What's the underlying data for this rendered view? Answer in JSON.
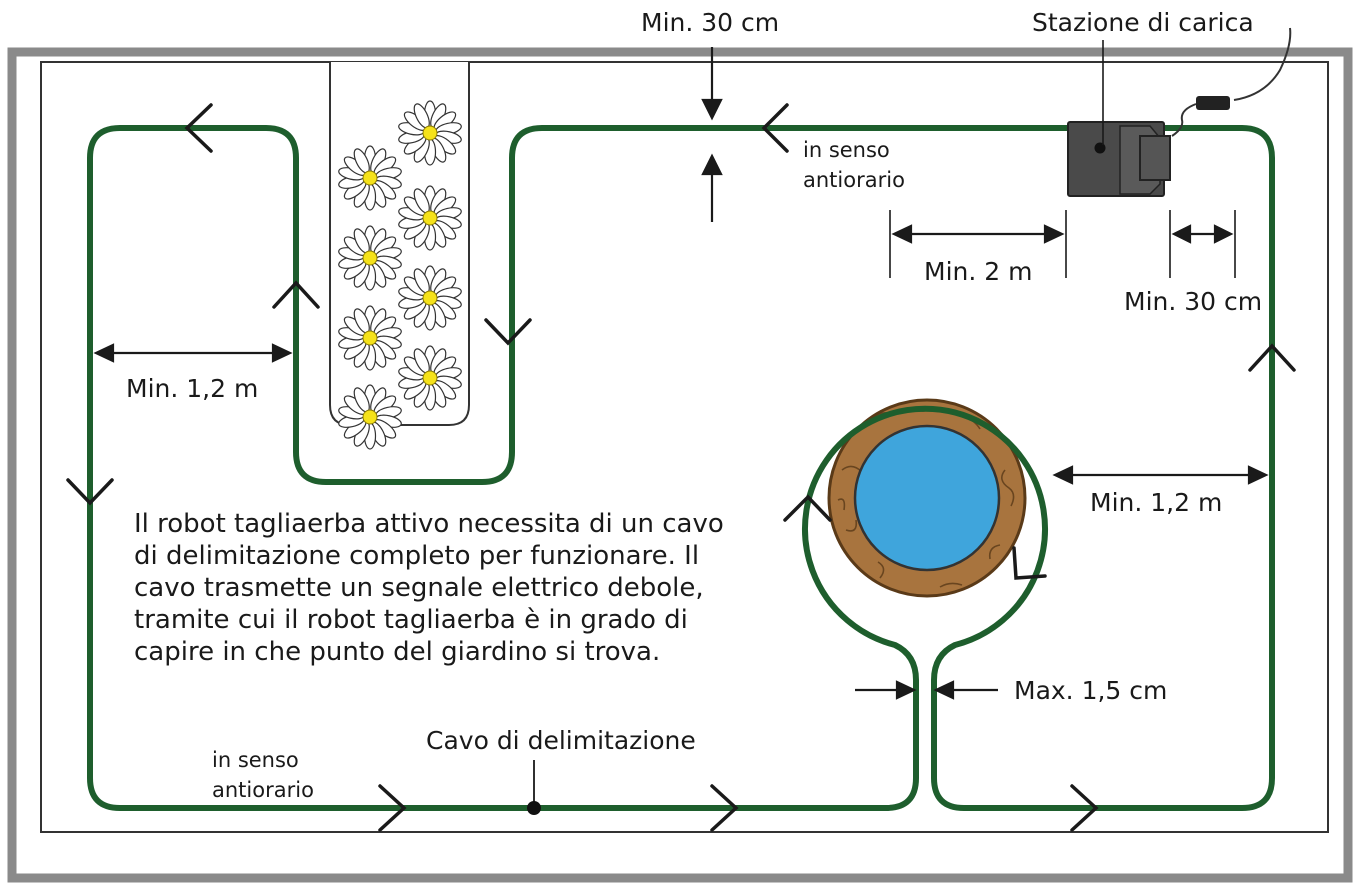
{
  "labels": {
    "min_30cm_top": "Min. 30 cm",
    "station": "Stazione di carica",
    "ccw_top": [
      "in senso",
      "antiorario"
    ],
    "min_2m": "Min. 2 m",
    "min_30cm_right": "Min. 30 cm",
    "min_12m_left": "Min. 1,2 m",
    "min_12m_right": "Min. 1,2 m",
    "max_15cm": "Max. 1,5 cm",
    "cable": "Cavo di delimitazione",
    "ccw_bottom": [
      "in senso",
      "antiorario"
    ]
  },
  "description": [
    "Il robot tagliaerba attivo necessita di un cavo",
    "di delimitazione completo per funzionare. Il",
    "cavo trasmette un segnale elettrico debole,",
    "tramite cui il robot tagliaerba è in grado di",
    "capire in che punto del giardino si trova."
  ],
  "colors": {
    "frame": "#8a8a8a",
    "wire": "#1e5e2d",
    "station": "#4a4a4a",
    "pond_water": "#3fa5dc",
    "pond_rim": "#a8743e",
    "flower_petal": "#ffffff",
    "flower_center": "#f5e21a"
  },
  "icons": {
    "flowers": "daisy-flower-icon",
    "station": "charging-station-icon",
    "pond": "pond-icon"
  }
}
